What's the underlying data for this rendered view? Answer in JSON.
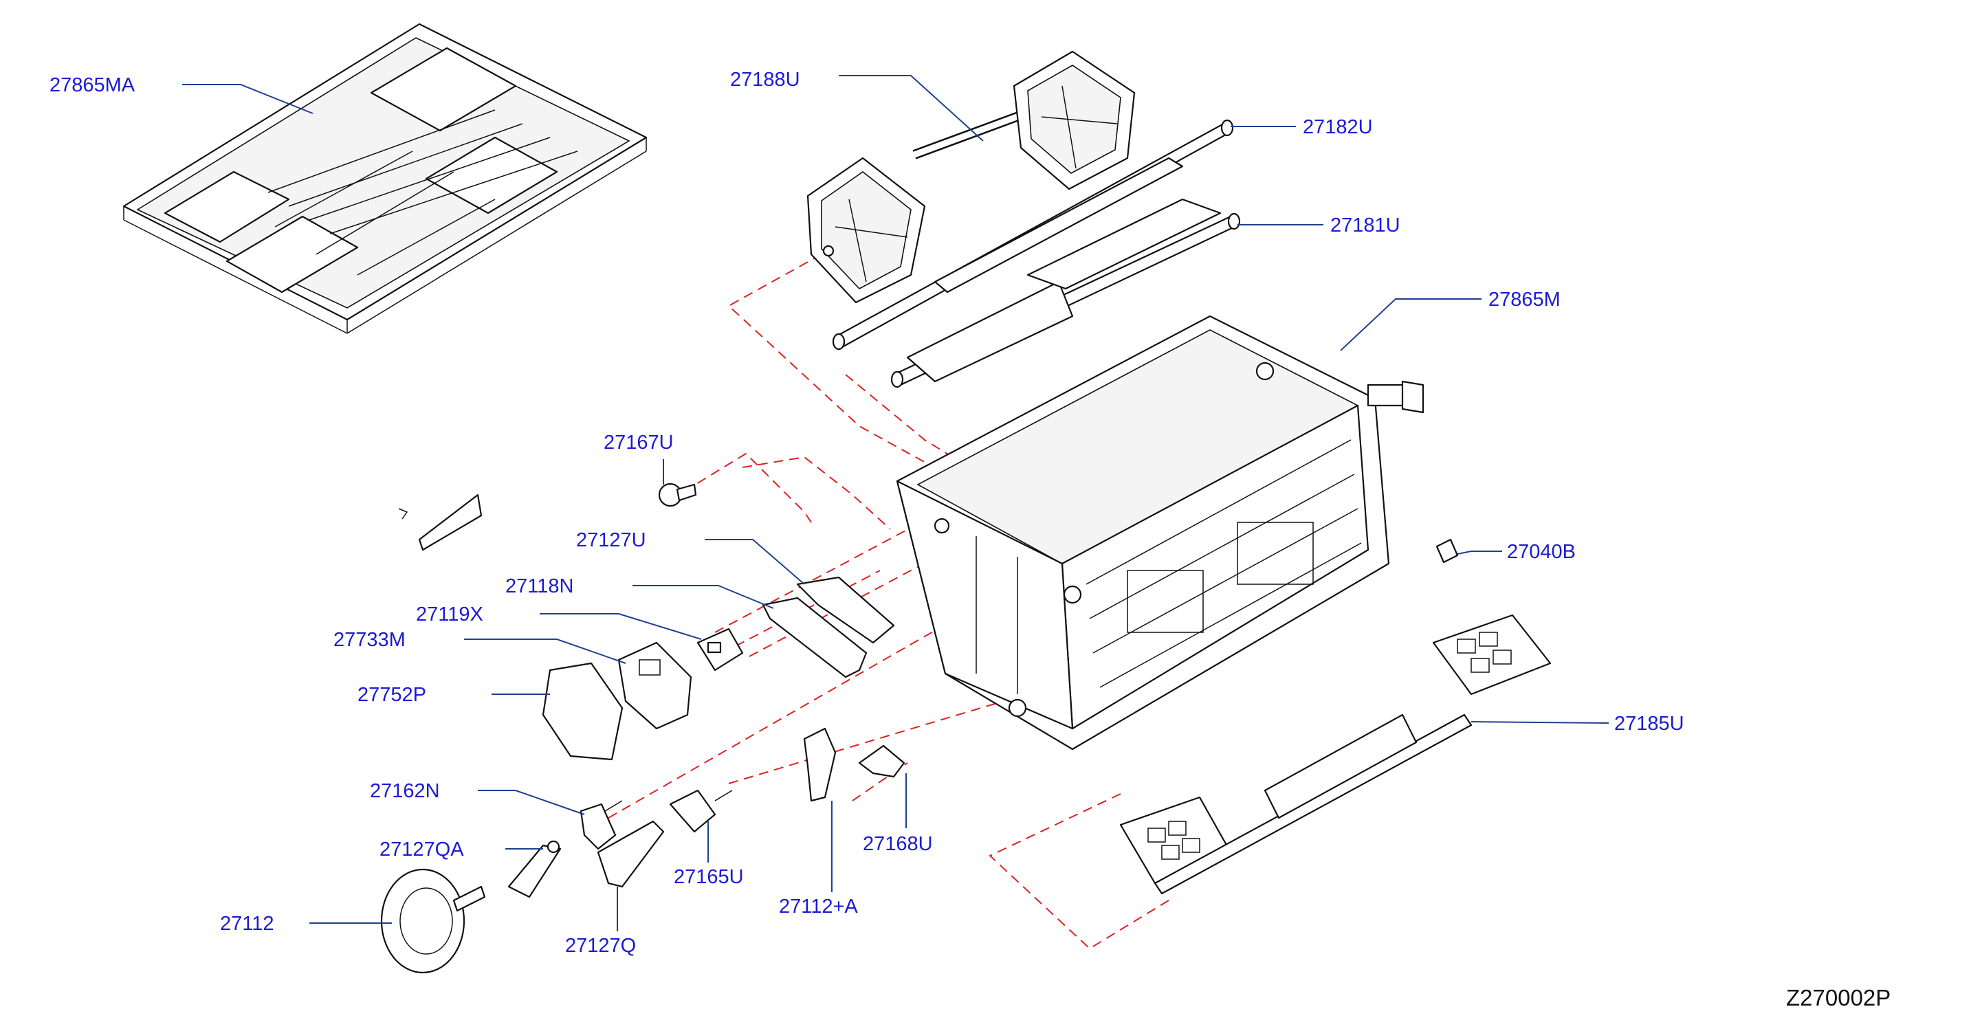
{
  "diagram": {
    "code": "Z270002P",
    "colors": {
      "label": "#1a1ad6",
      "leader": "#1f3f8f",
      "dashed_guide": "#e02020",
      "outline": "#111111"
    },
    "parts": [
      {
        "key": "p27865MA",
        "label": "27865MA",
        "icon": "tray-grid"
      },
      {
        "key": "p27188U",
        "label": "27188U",
        "icon": "twin-door-shaft"
      },
      {
        "key": "p27182U",
        "label": "27182U",
        "icon": "rod-shaft"
      },
      {
        "key": "p27181U",
        "label": "27181U",
        "icon": "flap-door"
      },
      {
        "key": "p27865M",
        "label": "27865M",
        "icon": "heater-case"
      },
      {
        "key": "p27167U",
        "label": "27167U",
        "icon": "lever-cam"
      },
      {
        "key": "p27127U",
        "label": "27127U",
        "icon": "link-arm"
      },
      {
        "key": "p27040B",
        "label": "27040B",
        "icon": "clip"
      },
      {
        "key": "p27118N",
        "label": "27118N",
        "icon": "link-plate"
      },
      {
        "key": "p27119X",
        "label": "27119X",
        "icon": "connector"
      },
      {
        "key": "p27733M",
        "label": "27733M",
        "icon": "actuator-motor"
      },
      {
        "key": "p27752P",
        "label": "27752P",
        "icon": "gasket-plate"
      },
      {
        "key": "p27185U",
        "label": "27185U",
        "icon": "mesh-door"
      },
      {
        "key": "p27162N",
        "label": "27162N",
        "icon": "lever"
      },
      {
        "key": "p27127QA",
        "label": "27127QA",
        "icon": "link-lever"
      },
      {
        "key": "p27165U",
        "label": "27165U",
        "icon": "gear-lever"
      },
      {
        "key": "p27168U",
        "label": "27168U",
        "icon": "spring-clip"
      },
      {
        "key": "p27112A",
        "label": "27112+A",
        "icon": "lever-arm"
      },
      {
        "key": "p27112",
        "label": "27112",
        "icon": "cam-disc"
      },
      {
        "key": "p27127Q",
        "label": "27127Q",
        "icon": "link-arm"
      }
    ]
  }
}
